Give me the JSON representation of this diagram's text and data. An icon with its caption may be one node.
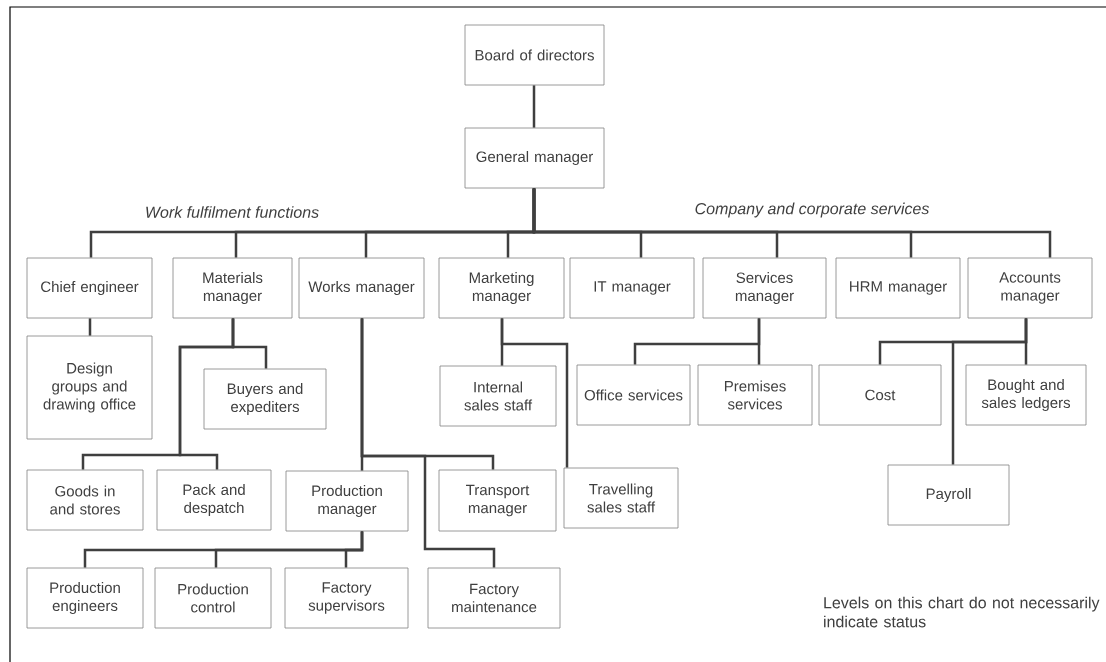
{
  "diagram": {
    "nodes": [
      {
        "text": [
          "Board of directors"
        ]
      },
      {
        "text": [
          "General manager"
        ]
      },
      {
        "text": [
          "Chief engineer"
        ]
      },
      {
        "text": [
          "Materials manager"
        ]
      },
      {
        "text": [
          "Works manager"
        ]
      },
      {
        "text": [
          "Marketing manager"
        ]
      },
      {
        "text": [
          "IT manager"
        ]
      },
      {
        "text": [
          "Services manager"
        ]
      },
      {
        "text": [
          "HRM manager"
        ]
      },
      {
        "text": [
          "Accounts manager"
        ]
      },
      {
        "text": [
          "Design groups and drawing office"
        ]
      },
      {
        "text": [
          "Buyers and expediters"
        ]
      },
      {
        "text": [
          "Internal sales staff"
        ]
      },
      {
        "text": [
          "Office services"
        ]
      },
      {
        "text": [
          "Premises services"
        ]
      },
      {
        "text": [
          "Cost"
        ]
      },
      {
        "text": [
          "Bought and sales ledgers"
        ]
      },
      {
        "text": [
          "Goods in and stores"
        ]
      },
      {
        "text": [
          "Pack and despatch"
        ]
      },
      {
        "text": [
          "Production manager"
        ]
      },
      {
        "text": [
          "Transport manager"
        ]
      },
      {
        "text": [
          "Travelling sales staff"
        ]
      },
      {
        "text": [
          "Payroll"
        ]
      },
      {
        "text": [
          "Production engineers"
        ]
      },
      {
        "text": [
          "Production control"
        ]
      },
      {
        "text": [
          "Factory supervisors"
        ]
      },
      {
        "text": [
          "Factory maintenance"
        ]
      }
    ],
    "edges": [
      {
        "from": 0,
        "to": 1,
        "arrow": "none"
      },
      {
        "from": 1,
        "to": 2,
        "arrow": "none"
      },
      {
        "from": 1,
        "to": 3,
        "arrow": "none"
      },
      {
        "from": 1,
        "to": 4,
        "arrow": "none"
      },
      {
        "from": 1,
        "to": 5,
        "arrow": "none"
      },
      {
        "from": 1,
        "to": 6,
        "arrow": "none"
      },
      {
        "from": 1,
        "to": 7,
        "arrow": "none"
      },
      {
        "from": 1,
        "to": 8,
        "arrow": "none"
      },
      {
        "from": 1,
        "to": 9,
        "arrow": "none"
      },
      {
        "from": 2,
        "to": 10,
        "arrow": "none"
      },
      {
        "from": 3,
        "to": 11,
        "arrow": "none"
      },
      {
        "from": 3,
        "to": 17,
        "arrow": "none"
      },
      {
        "from": 3,
        "to": 18,
        "arrow": "none"
      },
      {
        "from": 4,
        "to": 19,
        "arrow": "none"
      },
      {
        "from": 4,
        "to": 20,
        "arrow": "none"
      },
      {
        "from": 4,
        "to": 26,
        "arrow": "none"
      },
      {
        "from": 5,
        "to": 12,
        "arrow": "none"
      },
      {
        "from": 5,
        "to": 21,
        "arrow": "none"
      },
      {
        "from": 7,
        "to": 13,
        "arrow": "none"
      },
      {
        "from": 7,
        "to": 14,
        "arrow": "none"
      },
      {
        "from": 9,
        "to": 15,
        "arrow": "none"
      },
      {
        "from": 9,
        "to": 16,
        "arrow": "none"
      },
      {
        "from": 9,
        "to": 22,
        "arrow": "none"
      },
      {
        "from": 19,
        "to": 23,
        "arrow": "none"
      },
      {
        "from": 19,
        "to": 24,
        "arrow": "none"
      },
      {
        "from": 19,
        "to": 25,
        "arrow": "none"
      }
    ],
    "labels": [
      "Work fulfilment functions",
      "Company and corporate services",
      "Levels on this chart do not necessarily indicate status"
    ]
  }
}
